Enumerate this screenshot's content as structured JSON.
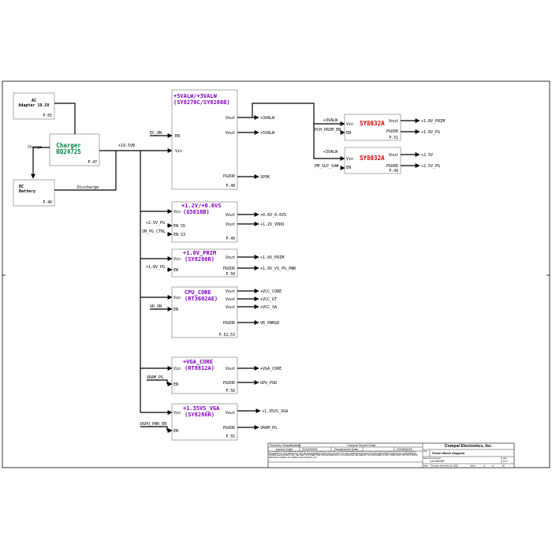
{
  "blocks": {
    "ac_adapter": {
      "line1": "AC",
      "line2": "Adapter 19.5V",
      "page": "P.65"
    },
    "charger": {
      "line1": "Charger",
      "line2": "BQ24725",
      "page": "P.47"
    },
    "dc_battery": {
      "line1": "DC",
      "line2": "Battery",
      "page": "P.46"
    },
    "valw": {
      "title1": "+5VALW/+3VALW",
      "title2": "(SY8270C/SY8286B)",
      "pin_en": "EN",
      "pin_vin": "Vin",
      "pin_vout1": "Vout",
      "pin_vout2": "Vout",
      "pin_pgood": "PGOOD",
      "page": "P.48"
    },
    "sy8032a_1": {
      "title": "SY8032A",
      "pin_en": "EN",
      "pin_vin": "Vin",
      "pin_vout": "Vout",
      "pin_pgood": "PGOOD",
      "page": "P.51"
    },
    "sy8032a_2": {
      "title": "SY8032A",
      "pin_en": "EN",
      "pin_vin": "Vin",
      "pin_vout": "Vout",
      "pin_pgood": "PGOOD",
      "page": "P.49"
    },
    "g5616b": {
      "title1": "+1.2V/+0.6VS",
      "title2": "(G5616B)",
      "pin_vin": "Vin",
      "pin_en_s5": "EN S5",
      "pin_en_s3": "EN S3",
      "pin_vout1": "Vout",
      "pin_vout2": "Vout",
      "page": "P.49"
    },
    "prim": {
      "title1": "+1.0V_PRIM",
      "title2": "(SY8286R)",
      "pin_vin": "Vin",
      "pin_en": "EN",
      "pin_vout": "Vout",
      "pin_pgood": "PGOOD",
      "page": "P.50"
    },
    "cpu_core": {
      "title1": "CPU_CORE",
      "title2": "(RT3602AE)",
      "pin_vin": "Vin",
      "pin_en": "EN",
      "pin_vout1": "Vout",
      "pin_vout2": "Vout",
      "pin_vout3": "Vout",
      "pin_pgood": "PGOOD",
      "page": "P.52,53"
    },
    "vga_core": {
      "title1": "+VGA_CORE",
      "title2": "(RT8812A)",
      "pin_vin": "Vin",
      "pin_en": "EN",
      "pin_vout": "Vout",
      "pin_pgood": "PGOOD",
      "page": "P.56"
    },
    "vga135": {
      "title1": "+1.35VS_VGA",
      "title2": "(SY8286R)",
      "pin_vin": "Vin",
      "pin_en": "EN",
      "pin_vout": "Vout",
      "pin_pgood": "PGOOD",
      "page": "P.55"
    }
  },
  "nets": {
    "charge": "Charge",
    "discharge": "Discharge",
    "b19v": "+19.5VB",
    "ec_on": "EC_ON",
    "v3valw_out": "+3VALW",
    "v5valw_out": "+5VALW",
    "spok": "SPOK",
    "v3valw_in1": "+3VALW",
    "pch_prim_en": "PCH_PRIM_EN",
    "v18_prim": "+1.8V_PRIM",
    "v18_pg": "+1.8V_PG",
    "v3valw_in2": "+3VALW",
    "pm_slp_s4": "PM_SLP_S4#",
    "v25": "+2.5V",
    "v25_pg": "+2.5V_PG",
    "v25_pg_in": "+2.5V_PG",
    "sm_pg_ctrl": "SM_PG_CTRL",
    "v06s": "+0.6V_0.6VS",
    "v12_vddq": "+1.2V_VDDQ",
    "v18_pg_in": "+1.8V_PG",
    "v10_prim": "+1.0V_PRIM",
    "v10_vs_pg": "+1.0V_VS_PG_PWR",
    "vr_on": "VR_ON",
    "vcc_core": "+VCC_CORE",
    "vcc_gt": "+VCC_GT",
    "vcc_sa": "+VCC_SA",
    "vr_pwrgd": "VR_PWRGD",
    "vram_pg": "VRAM_PG",
    "vga_core_out": "+VGA_CORE",
    "gpu_pgd": "GPU_PGD",
    "v135_vga": "+1.35VS_VGA",
    "dgpu_pwr_en": "DGPU_PWR_EN",
    "vram_pg_out": "VRAM_PG"
  },
  "title_block": {
    "security_label": "Security Classification",
    "security_value": "Compal Secret Data",
    "company": "Compal Electronics, Inc.",
    "issued_label": "Issued Date",
    "issued_value": "2016/09/01",
    "deciphered_label": "Deciphered Date",
    "deciphered_value": "2018/09/01",
    "title_label": "Title",
    "title_value": "Power Block Diagram",
    "notice": "THIS SHEET OF ENGINEERING DRAWING IS THE PROPRIETARY PROPERTY OF COMPAL ELECTRONICS, INC. AND CONTAINS CONFIDENTIAL AND TRADE SECRET INFORMATION. THIS SHEET MAY NOT BE TRANSFERRED FROM THE CUSTODY OF THE COMPETENT DIVISION OF R&D DEPARTMENT EXCEPT AS AUTHORIZED BY COMPAL ELECTRONICS, INC. NEITHER THIS SHEET NOR THE INFORMATION IT CONTAINS MAY BE USED BY OR DISCLOSED TO ANY THIRD PARTY WITHOUT PRIOR WRITTEN CONSENT OF COMPAL ELECTRONICS, INC.",
    "doc_label": "Document Number",
    "doc_value": "LA-H593P",
    "rev_label": "Rev",
    "rev_value": "0.2",
    "date_label": "Date:",
    "date_value": "Thursday, November 15, 2018",
    "sheet_label": "Sheet",
    "sheet_value": "11",
    "of_label": "of",
    "of_value": "80"
  }
}
